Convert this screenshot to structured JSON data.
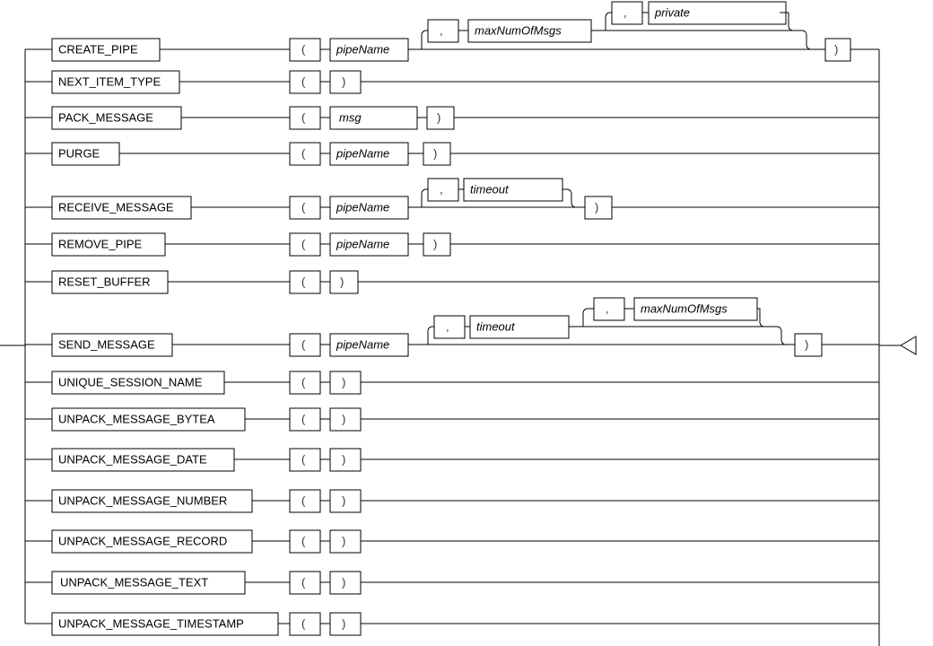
{
  "diagram": {
    "type": "railroad-syntax-diagram",
    "title": "DBMS_PIPE package subprogram syntax",
    "entry_label": "",
    "exit_marker": "arrowhead-left",
    "colors": {
      "line": "#000000",
      "box_fill": "#ffffff",
      "text": "#000000",
      "background": "#ffffff"
    },
    "tokens": {
      "open_paren": "(",
      "close_paren": ")",
      "comma": ","
    },
    "branches": [
      {
        "id": "create-pipe",
        "keyword": "CREATE_PIPE",
        "params": [
          "pipeName"
        ],
        "optional_params": [
          "maxNumOfMsgs",
          "private"
        ],
        "row_index": 0
      },
      {
        "id": "next-item-type",
        "keyword": "NEXT_ITEM_TYPE",
        "params": [],
        "optional_params": [],
        "row_index": 1
      },
      {
        "id": "pack-message",
        "keyword": "PACK_MESSAGE",
        "params": [
          "msg"
        ],
        "optional_params": [],
        "row_index": 2
      },
      {
        "id": "purge",
        "keyword": "PURGE",
        "params": [
          "pipeName"
        ],
        "optional_params": [],
        "row_index": 3
      },
      {
        "id": "receive-message",
        "keyword": "RECEIVE_MESSAGE",
        "params": [
          "pipeName"
        ],
        "optional_params": [
          "timeout"
        ],
        "row_index": 4
      },
      {
        "id": "remove-pipe",
        "keyword": "REMOVE_PIPE",
        "params": [
          "pipeName"
        ],
        "optional_params": [],
        "row_index": 5
      },
      {
        "id": "reset-buffer",
        "keyword": "RESET_BUFFER",
        "params": [],
        "optional_params": [],
        "row_index": 6
      },
      {
        "id": "send-message",
        "keyword": "SEND_MESSAGE",
        "params": [
          "pipeName"
        ],
        "optional_params": [
          "timeout",
          "maxNumOfMsgs"
        ],
        "row_index": 7
      },
      {
        "id": "unique-session-name",
        "keyword": "UNIQUE_SESSION_NAME",
        "params": [],
        "optional_params": [],
        "row_index": 8
      },
      {
        "id": "unpack-message-bytea",
        "keyword": "UNPACK_MESSAGE_BYTEA",
        "params": [],
        "optional_params": [],
        "row_index": 9
      },
      {
        "id": "unpack-message-date",
        "keyword": "UNPACK_MESSAGE_DATE",
        "params": [],
        "optional_params": [],
        "row_index": 10
      },
      {
        "id": "unpack-message-number",
        "keyword": "UNPACK_MESSAGE_NUMBER",
        "params": [],
        "optional_params": [],
        "row_index": 11
      },
      {
        "id": "unpack-message-record",
        "keyword": "UNPACK_MESSAGE_RECORD",
        "params": [],
        "optional_params": [],
        "row_index": 12
      },
      {
        "id": "unpack-message-text",
        "keyword": "UNPACK_MESSAGE_TEXT",
        "params": [],
        "optional_params": [],
        "row_index": 13
      },
      {
        "id": "unpack-message-timestamp",
        "keyword": "UNPACK_MESSAGE_TIMESTAMP",
        "params": [],
        "optional_params": [],
        "row_index": 14
      }
    ],
    "labels": {
      "create_pipe": "CREATE_PIPE",
      "next_item_type": "NEXT_ITEM_TYPE",
      "pack_message": "PACK_MESSAGE",
      "purge": "PURGE",
      "receive_message": "RECEIVE_MESSAGE",
      "remove_pipe": "REMOVE_PIPE",
      "reset_buffer": "RESET_BUFFER",
      "send_message": "SEND_MESSAGE",
      "unique_session_name": "UNIQUE_SESSION_NAME",
      "unpack_message_bytea": "UNPACK_MESSAGE_BYTEA",
      "unpack_message_date": "UNPACK_MESSAGE_DATE",
      "unpack_message_number": "UNPACK_MESSAGE_NUMBER",
      "unpack_message_record": "UNPACK_MESSAGE_RECORD",
      "unpack_message_text": "UNPACK_MESSAGE_TEXT",
      "unpack_message_timestamp": "UNPACK_MESSAGE_TIMESTAMP",
      "pipe_name": "pipeName",
      "msg": "msg",
      "timeout": "timeout",
      "max_num_of_msgs": "maxNumOfMsgs",
      "private": "private",
      "lparen": "(",
      "rparen": ")",
      "comma": ","
    }
  }
}
